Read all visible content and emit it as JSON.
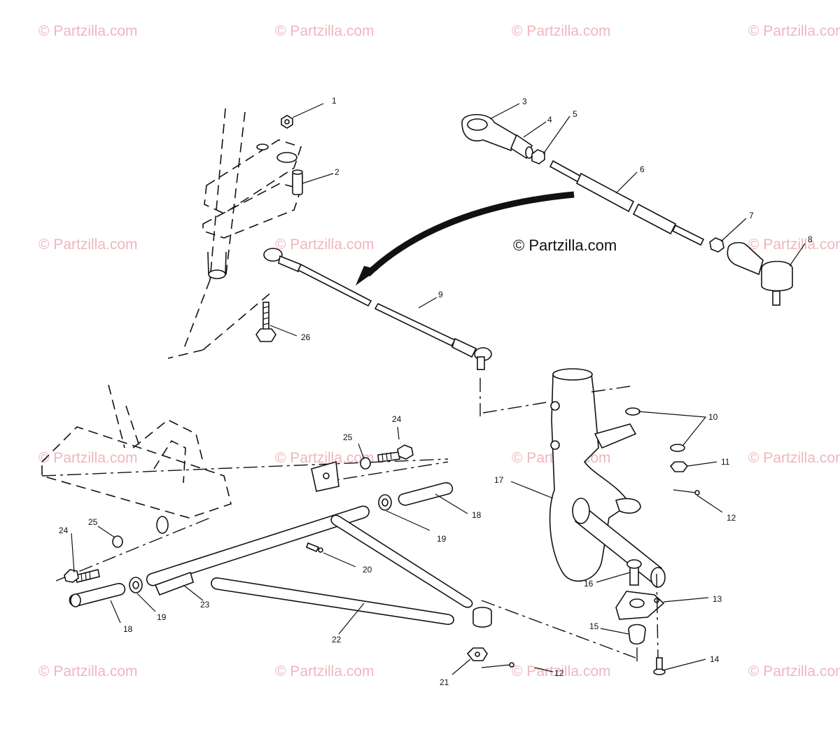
{
  "copyright_label": "© Partzilla.com",
  "watermark_text": "© Partzilla.com",
  "callouts": [
    {
      "id": "c1",
      "label": "1"
    },
    {
      "id": "c2",
      "label": "2"
    },
    {
      "id": "c3",
      "label": "3"
    },
    {
      "id": "c4",
      "label": "4"
    },
    {
      "id": "c5",
      "label": "5"
    },
    {
      "id": "c6",
      "label": "6"
    },
    {
      "id": "c7",
      "label": "7"
    },
    {
      "id": "c8",
      "label": "8"
    },
    {
      "id": "c9",
      "label": "9"
    },
    {
      "id": "c10",
      "label": "10"
    },
    {
      "id": "c11",
      "label": "11"
    },
    {
      "id": "c12a",
      "label": "12"
    },
    {
      "id": "c12b",
      "label": "12"
    },
    {
      "id": "c13",
      "label": "13"
    },
    {
      "id": "c14",
      "label": "14"
    },
    {
      "id": "c15",
      "label": "15"
    },
    {
      "id": "c16",
      "label": "16"
    },
    {
      "id": "c17",
      "label": "17"
    },
    {
      "id": "c18a",
      "label": "18"
    },
    {
      "id": "c18b",
      "label": "18"
    },
    {
      "id": "c19a",
      "label": "19"
    },
    {
      "id": "c19b",
      "label": "19"
    },
    {
      "id": "c20",
      "label": "20"
    },
    {
      "id": "c21",
      "label": "21"
    },
    {
      "id": "c22",
      "label": "22"
    },
    {
      "id": "c23",
      "label": "23"
    },
    {
      "id": "c24a",
      "label": "24"
    },
    {
      "id": "c24b",
      "label": "24"
    },
    {
      "id": "c25a",
      "label": "25"
    },
    {
      "id": "c25b",
      "label": "25"
    },
    {
      "id": "c26",
      "label": "26"
    }
  ],
  "colors": {
    "line": "#111111",
    "watermark": "#efb6bd",
    "background": "#ffffff"
  }
}
